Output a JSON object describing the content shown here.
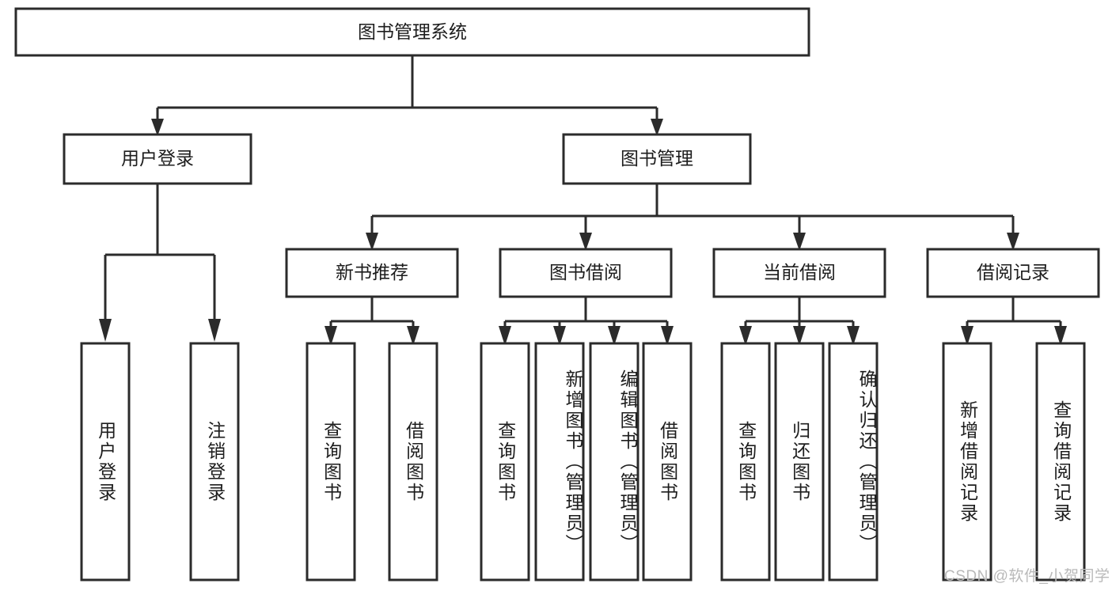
{
  "diagram": {
    "type": "tree-hierarchy",
    "title": "图书管理系统",
    "background_color": "#ffffff",
    "line_color": "#2b2b2b",
    "text_color": "#1d1d1d",
    "root": {
      "label": "图书管理系统"
    },
    "level2": [
      {
        "label": "用户登录"
      },
      {
        "label": "图书管理"
      }
    ],
    "level3": [
      {
        "label": "新书推荐"
      },
      {
        "label": "图书借阅"
      },
      {
        "label": "当前借阅"
      },
      {
        "label": "借阅记录"
      }
    ],
    "leaves": {
      "user_login": [
        {
          "label": "用户登录"
        },
        {
          "label": "注销登录"
        }
      ],
      "new_book_recommend": [
        {
          "label": "查询图书"
        },
        {
          "label": "借阅图书"
        }
      ],
      "book_borrow": [
        {
          "label": "查询图书"
        },
        {
          "label": "新增图书（管理员）"
        },
        {
          "label": "编辑图书（管理员）"
        },
        {
          "label": "借阅图书"
        }
      ],
      "current_borrow": [
        {
          "label": "查询图书"
        },
        {
          "label": "归还图书"
        },
        {
          "label": "确认归还（管理员）"
        }
      ],
      "borrow_record": [
        {
          "label": "新增借阅记录"
        },
        {
          "label": "查询借阅记录"
        }
      ]
    }
  },
  "watermark": {
    "text": "CSDN @软件_小贺同学"
  }
}
